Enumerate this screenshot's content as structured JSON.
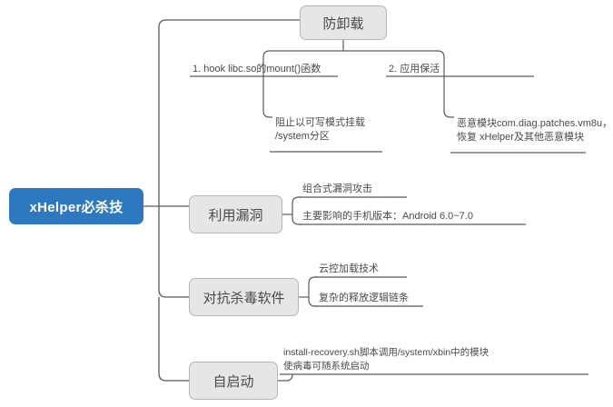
{
  "diagram": {
    "type": "mind-map",
    "title": "xHelper必杀技",
    "colors": {
      "root_fill": "#2E78C0",
      "root_text": "#FFFFFF",
      "branch_fill": "#E6E6E6",
      "branch_border": "#B6B6B6",
      "branch_text": "#4A4A4A",
      "connector": "#5A5A5A",
      "leaf_text": "#4A4A4A",
      "background": "#FFFFFF"
    }
  },
  "root": {
    "label": "xHelper必杀技"
  },
  "branches": [
    {
      "id": "anti-uninstall",
      "label": "防卸载",
      "children": [
        {
          "id": "hook-mount",
          "label": "1. hook libc.so的mount()函数",
          "detail": "阻止以可写模式挂载\n/system分区"
        },
        {
          "id": "app-keepalive",
          "label": "2. 应用保活",
          "detail": "恶意模块com.diag.patches.vm8u，\n恢复 xHelper及其他恶意模块"
        }
      ]
    },
    {
      "id": "exploit",
      "label": "利用漏洞",
      "leaves": [
        "组合式漏洞攻击",
        "主要影响的手机版本：Android 6.0~7.0"
      ]
    },
    {
      "id": "anti-av",
      "label": "对抗杀毒软件",
      "leaves": [
        "云控加载技术",
        "复杂的释放逻辑链条"
      ]
    },
    {
      "id": "autostart",
      "label": "自启动",
      "leaves": [
        "install-recovery.sh脚本调用/system/xbin中的模块\n使病毒可随系统启动"
      ]
    }
  ]
}
